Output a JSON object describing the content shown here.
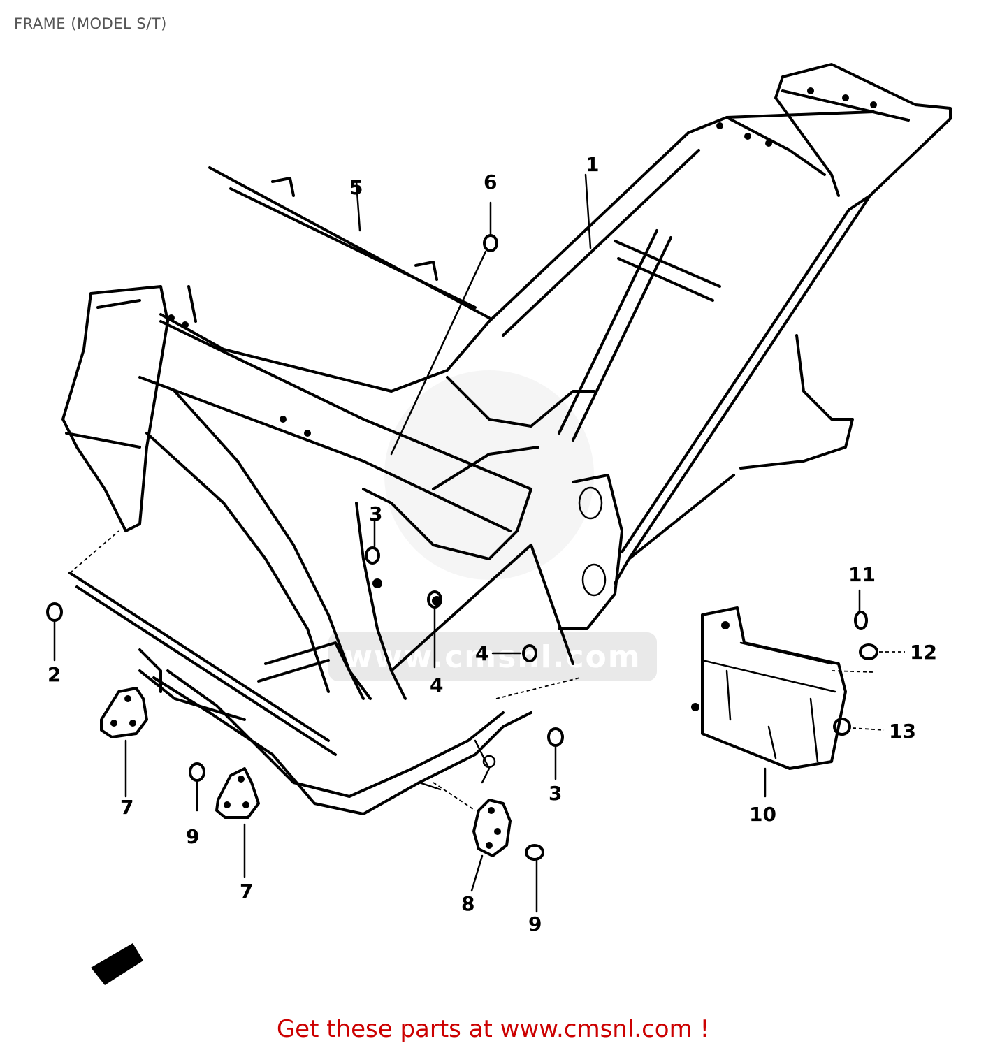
{
  "header": {
    "title": "FRAME (MODEL S/T)"
  },
  "watermark": {
    "text": "www.cmsnl.com"
  },
  "callouts": {
    "c1": "1",
    "c2": "2",
    "c3a": "3",
    "c3b": "3",
    "c4a": "4",
    "c4b": "4",
    "c5": "5",
    "c6": "6",
    "c7a": "7",
    "c7b": "7",
    "c8": "8",
    "c9a": "9",
    "c9b": "9",
    "c10": "10",
    "c11": "11",
    "c12": "12",
    "c13": "13"
  },
  "footer": {
    "link_text": "Get these parts at www.cmsnl.com !"
  },
  "colors": {
    "link": "#cc0000",
    "title": "#555555",
    "line": "#000000"
  }
}
